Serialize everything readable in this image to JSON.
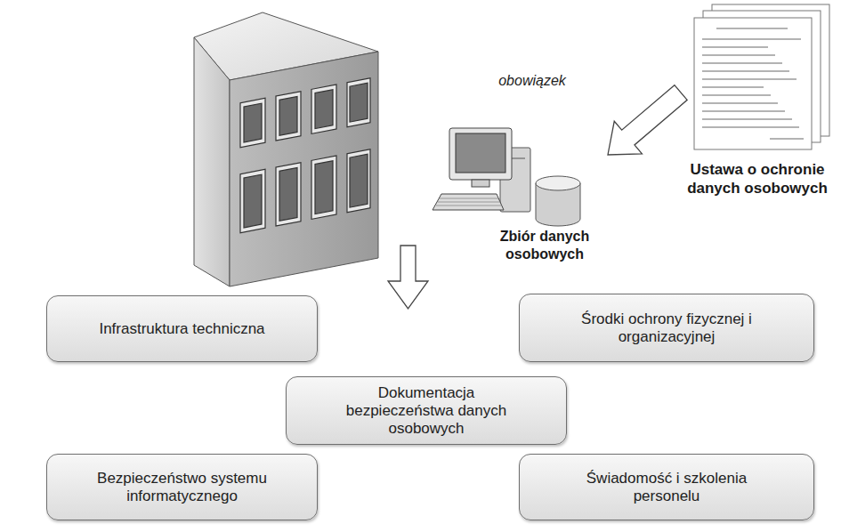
{
  "diagram": {
    "nodes": [
      {
        "text": [
          "Ustawa o ochronie danych osobowych"
        ]
      },
      {
        "text": [
          "Zbiór danych osobowych"
        ]
      },
      {
        "text": [
          "Infrastruktura techniczna"
        ]
      },
      {
        "text": [
          "Środki ochrony fizycznej i organizacyjnej"
        ]
      },
      {
        "text": [
          "Dokumentacja bezpieczeństwa danych osobowych"
        ]
      },
      {
        "text": [
          "Bezpieczeństwo systemu informatycznego"
        ]
      },
      {
        "text": [
          "Świadomość i szkolenia personelu"
        ]
      }
    ],
    "edges": [
      {
        "from": 0,
        "to": 1,
        "label": "obowiązek",
        "arrow": "to"
      }
    ]
  }
}
